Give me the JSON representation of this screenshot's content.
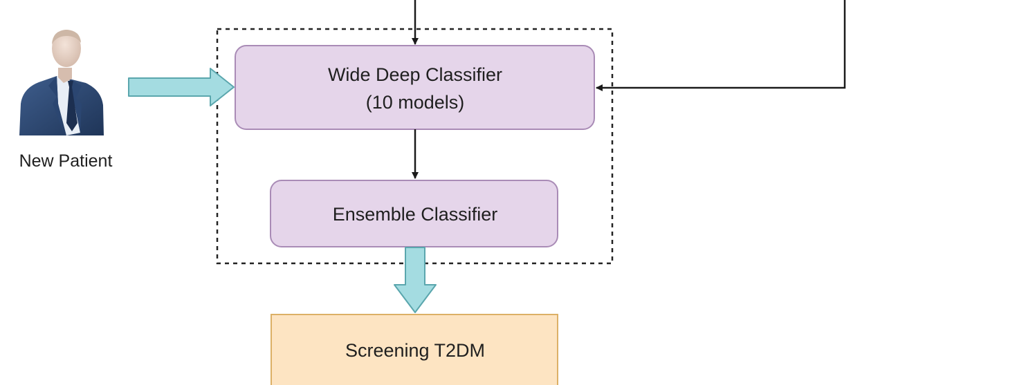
{
  "nodes": {
    "wide_deep": {
      "line1": "Wide Deep Classifier",
      "line2": "(10 models)"
    },
    "ensemble": {
      "label": "Ensemble Classifier"
    },
    "screening": {
      "label": "Screening T2DM"
    }
  },
  "patient": {
    "label": "New Patient",
    "icon": "person-businessman-icon"
  },
  "colors": {
    "classifier_fill": "#e5d5ea",
    "classifier_stroke": "#a98bb6",
    "output_fill": "#fde4c2",
    "output_stroke": "#dcb066",
    "block_arrow_fill": "#a4dce1",
    "block_arrow_stroke": "#5aa6ad",
    "connector": "#1a1a1a"
  }
}
